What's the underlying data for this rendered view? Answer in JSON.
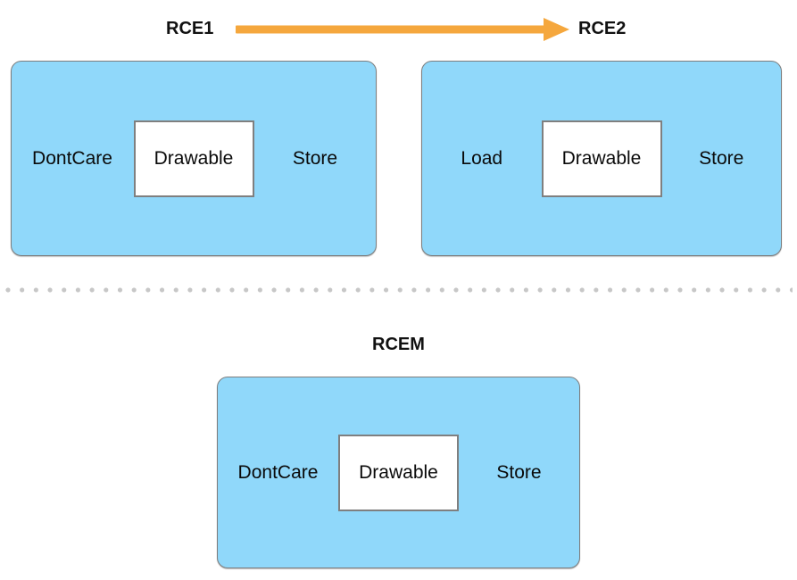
{
  "header": {
    "rce1_label": "RCE1",
    "rce2_label": "RCE2"
  },
  "panels": {
    "rce1": {
      "left_action": "DontCare",
      "target": "Drawable",
      "right_action": "Store"
    },
    "rce2": {
      "left_action": "Load",
      "target": "Drawable",
      "right_action": "Store"
    },
    "rcem": {
      "title": "RCEM",
      "left_action": "DontCare",
      "target": "Drawable",
      "right_action": "Store"
    }
  },
  "icons": {
    "arrow": "right-arrow-icon"
  },
  "colors": {
    "panel_fill": "#90d8fa",
    "panel_border": "#7d7d7d",
    "drawable_border": "#7f7f7f",
    "arrow": "#f5a73d",
    "dot": "#c7c7c7"
  }
}
